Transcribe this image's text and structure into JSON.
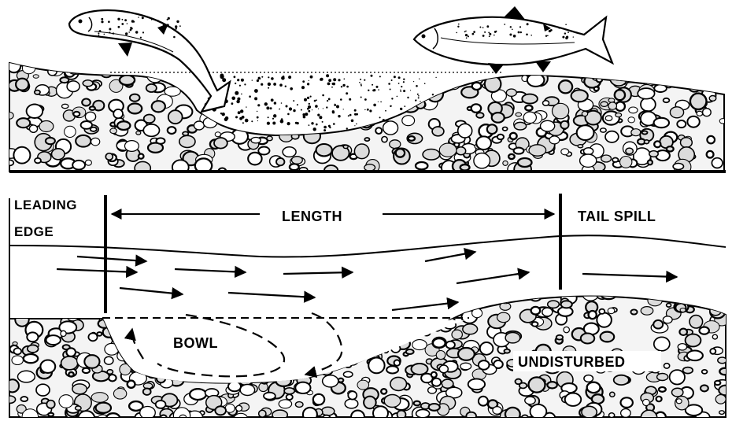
{
  "labels": {
    "leading_edge_line1": "LEADING",
    "leading_edge_line2": "EDGE",
    "length": "LENGTH",
    "tail_spill": "TAIL SPILL",
    "bowl": "BOWL",
    "undisturbed": "UNDISTURBED"
  },
  "colors": {
    "ink": "#000000",
    "paper": "#ffffff",
    "gravel_fill": "#f4f4f4"
  },
  "icons": {
    "fish_left": "salmon-digging-icon",
    "fish_right": "salmon-resting-icon"
  }
}
